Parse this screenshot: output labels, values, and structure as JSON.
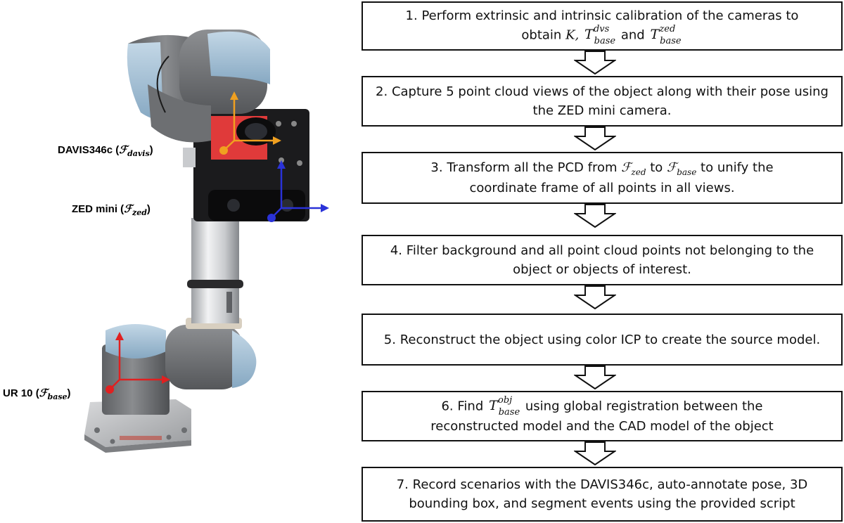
{
  "figure": {
    "labels": {
      "davis": {
        "name": "DAVIS346c",
        "frame_symbol": "ℱ",
        "frame_sub": "davis"
      },
      "zed": {
        "name": "ZED mini",
        "frame_symbol": "ℱ",
        "frame_sub": "zed"
      },
      "ur": {
        "name": "UR 10",
        "frame_symbol": "ℱ",
        "frame_sub": "base"
      }
    },
    "colors": {
      "davis_axes": "#f0a020",
      "zed_axes": "#2a32d8",
      "base_axes": "#e02020",
      "robot_gray": "#7b7d80",
      "joint_blue": "#a9c6dc",
      "camera_black": "#1b1b1d",
      "camera_red": "#e03a3a"
    }
  },
  "steps": [
    {
      "num": "1.",
      "parts": [
        "Perform extrinsic and intrinsic calibration of the cameras to",
        "obtain",
        "K,",
        "dvs",
        "base",
        "and",
        "zed",
        "base"
      ]
    },
    {
      "num": "2.",
      "text": "Capture 5 point cloud views of the object along with their pose using the ZED mini camera."
    },
    {
      "num": "3.",
      "parts": [
        "Transform all the PCD from",
        "ℱ",
        "zed",
        "to",
        "ℱ",
        "base",
        "to unify the",
        "coordinate frame of all points in all views."
      ]
    },
    {
      "num": "4.",
      "text": "Filter background and all point cloud points not belonging to the object or objects of interest."
    },
    {
      "num": "5.",
      "text": "Reconstruct the object using color ICP to create the source model."
    },
    {
      "num": "6.",
      "parts": [
        "Find",
        "obj",
        "base",
        "using global registration between the",
        "reconstructed model and the CAD model of the object"
      ]
    },
    {
      "num": "7.",
      "text": "Record scenarios with the DAVIS346c, auto-annotate pose, 3D bounding box, and segment events using the provided script"
    }
  ]
}
